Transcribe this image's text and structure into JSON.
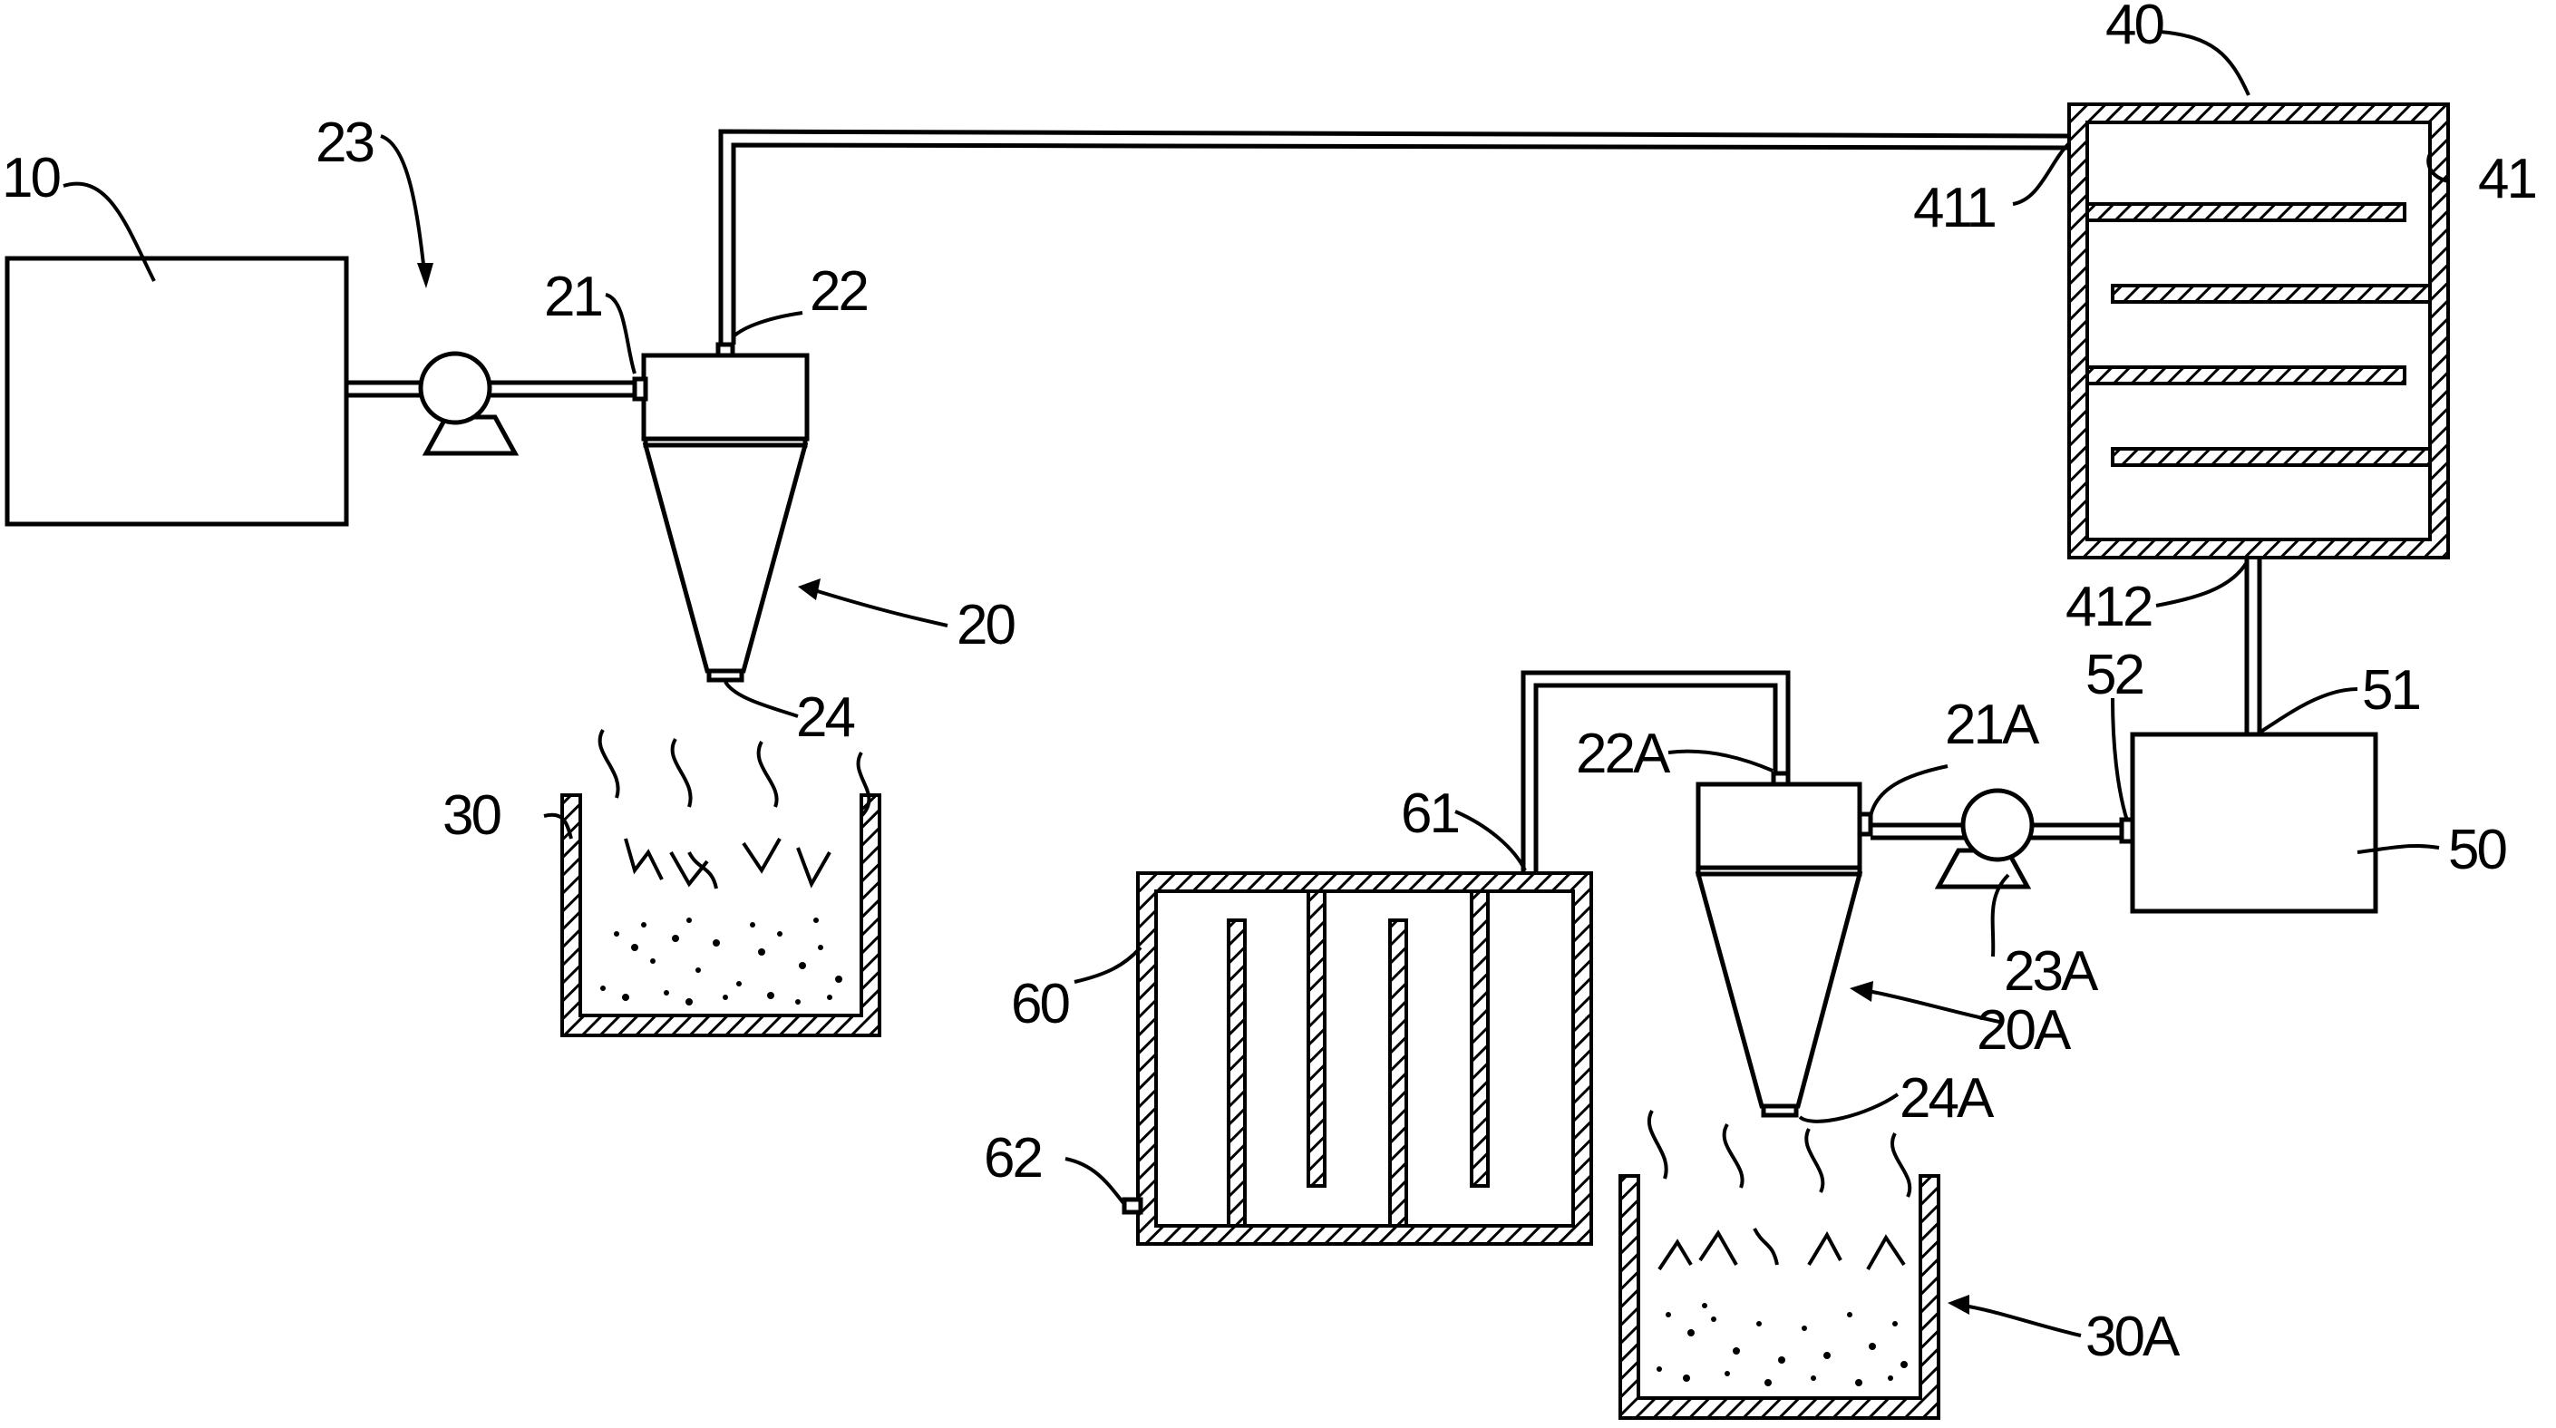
{
  "labels": {
    "l10": "10",
    "l23": "23",
    "l21": "21",
    "l22": "22",
    "l20": "20",
    "l24": "24",
    "l30": "30",
    "l40": "40",
    "l41": "41",
    "l411": "411",
    "l412": "412",
    "l51": "51",
    "l52": "52",
    "l50": "50",
    "l21A": "21A",
    "l22A": "22A",
    "l23A": "23A",
    "l20A": "20A",
    "l24A": "24A",
    "l30A": "30A",
    "l60": "60",
    "l61": "61",
    "l62": "62"
  }
}
